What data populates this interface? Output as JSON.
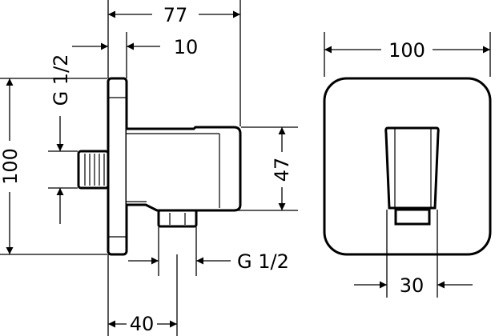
{
  "side_view": {
    "dim_depth": "77",
    "dim_flange": "10",
    "dim_thread_left": "G 1/2",
    "dim_height": "100",
    "dim_body_height": "47",
    "dim_thread_bottom": "G 1/2",
    "dim_outlet_offset": "40"
  },
  "front_view": {
    "dim_width": "100",
    "dim_handle_width": "30"
  }
}
